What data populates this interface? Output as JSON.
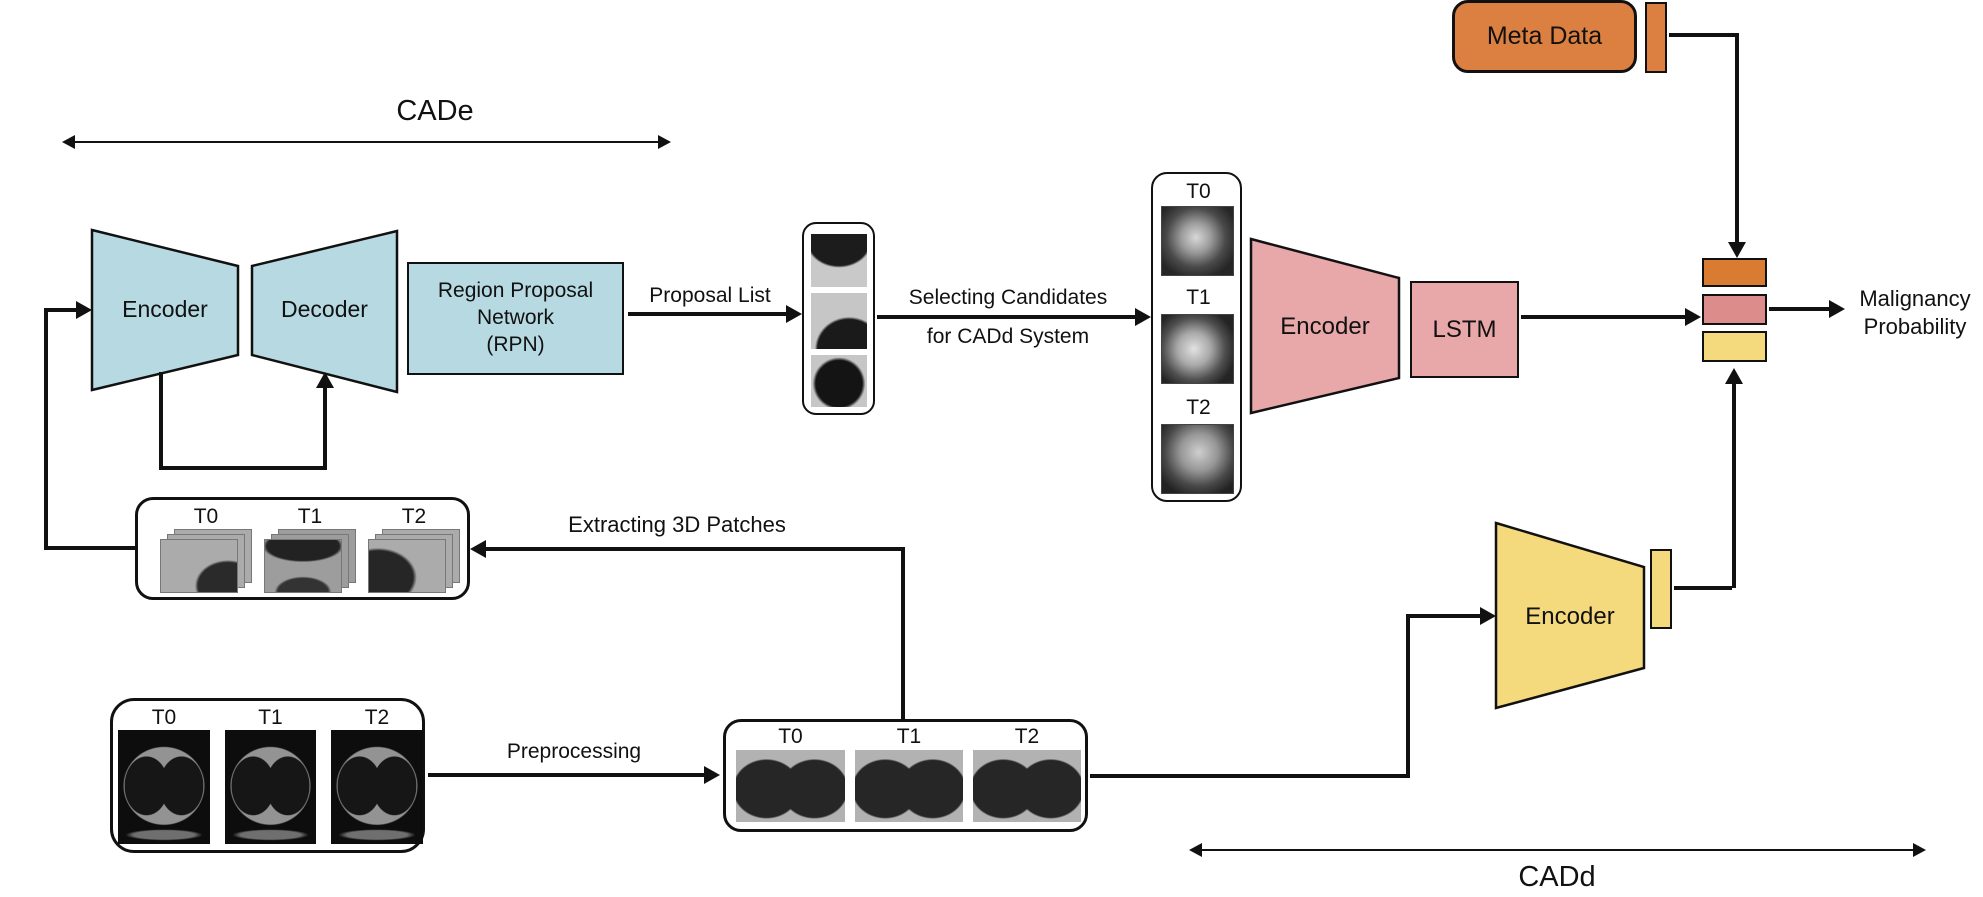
{
  "labels": {
    "cade": "CADe",
    "cadd": "CADd",
    "encoder": "Encoder",
    "decoder": "Decoder",
    "rpn_line1": "Region Proposal",
    "rpn_line2": "Network",
    "rpn_line3": "(RPN)",
    "proposal_list": "Proposal List",
    "selecting_line1": "Selecting Candidates",
    "selecting_line2": "for CADd System",
    "extracting_patches": "Extracting 3D Patches",
    "preprocessing": "Preprocessing",
    "lstm": "LSTM",
    "meta_data": "Meta Data",
    "malignancy_line1": "Malignancy",
    "malignancy_line2": "Probability"
  },
  "timepoints": [
    "T0",
    "T1",
    "T2"
  ],
  "colors": {
    "blue": "#b6d9e2",
    "pink": "#e8a7a9",
    "pink_dark": "#dd8c8c",
    "orange": "#db8040",
    "orange_dark": "#d97b30",
    "yellow": "#f5d97d",
    "line": "#111111"
  }
}
